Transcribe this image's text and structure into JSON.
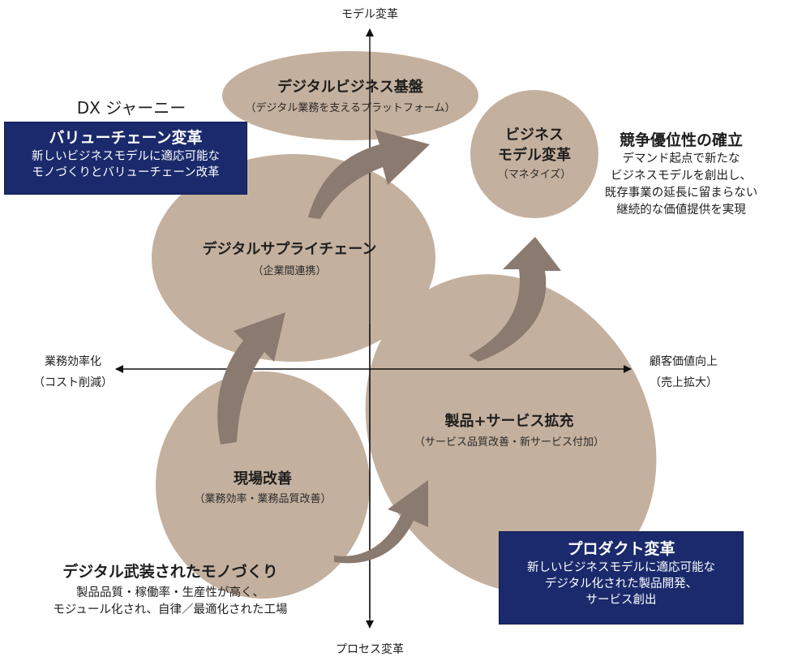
{
  "colors": {
    "bubble": "#c4b09e",
    "arrow": "#8a7a6f",
    "axis": "#111111",
    "box_bg": "#1a2a6c",
    "box_text": "#ffffff"
  },
  "axes": {
    "top": "モデル変革",
    "bottom": "プロセス変革",
    "left_line1": "業務効率化",
    "left_line2": "（コスト削減）",
    "right_line1": "顧客価値向上",
    "right_line2": "（売上拡大）"
  },
  "journey_label": "DX ジャーニー",
  "bubbles": {
    "digital_business": {
      "title": "デジタルビジネス基盤",
      "subtitle": "（デジタル業務を支えるプラットフォーム）"
    },
    "business_model": {
      "title_line1": "ビジネス",
      "title_line2": "モデル変革",
      "subtitle": "（マネタイズ）"
    },
    "supply_chain": {
      "title": "デジタルサプライチェーン",
      "subtitle": "（企業間連携）"
    },
    "product_service": {
      "title": "製品+サービス拡充",
      "subtitle": "（サービス品質改善・新サービス付加）"
    },
    "genba": {
      "title": "現場改善",
      "subtitle": "（業務効率・業務品質改善）"
    }
  },
  "value_chain_box": {
    "title": "バリューチェーン変革",
    "line1": "新しいビジネスモデルに適応可能な",
    "line2": "モノづくりとバリューチェーン改革"
  },
  "product_box": {
    "title": "プロダクト変革",
    "line1": "新しいビジネスモデルに適応可能な",
    "line2": "デジタル化された製品開発、",
    "line3": "サービス創出"
  },
  "competitive": {
    "title": "競争優位性の確立",
    "line1": "デマンド起点で新たな",
    "line2": "ビジネスモデルを創出し、",
    "line3": "既存事業の延長に留まらない",
    "line4": "継続的な価値提供を実現"
  },
  "armed": {
    "title": "デジタル武装されたモノづくり",
    "line1": "製品品質・稼働率・生産性が高く、",
    "line2": "モジュール化され、自律／最適化された工場"
  }
}
